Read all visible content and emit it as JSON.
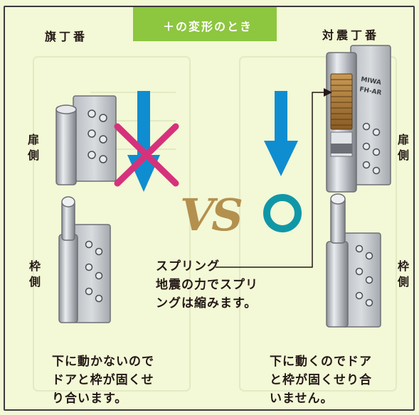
{
  "banner": "＋の変形のとき",
  "left": {
    "title": "旗丁番",
    "door_side": "扉側",
    "frame_side": "枠側",
    "caption": "下に動かないので\nドアと枠が固くせ\nり合います。"
  },
  "right": {
    "title": "対震丁番",
    "door_side": "扉側",
    "frame_side": "枠側",
    "label_brand": "MIWA",
    "label_model": "FH-AR",
    "caption": "下に動くのでドア\nと枠が固くせり合\nいません。"
  },
  "vs": "VS",
  "spring_note": "スプリング\n地震の力でスプリ\nングは縮みます。",
  "colors": {
    "background": "#f3f8d6",
    "banner": "#8dc63f",
    "arrow": "#0f8dd1",
    "cross": "#d6327c",
    "circle": "#0f97a8",
    "vs": "#b4904e"
  }
}
